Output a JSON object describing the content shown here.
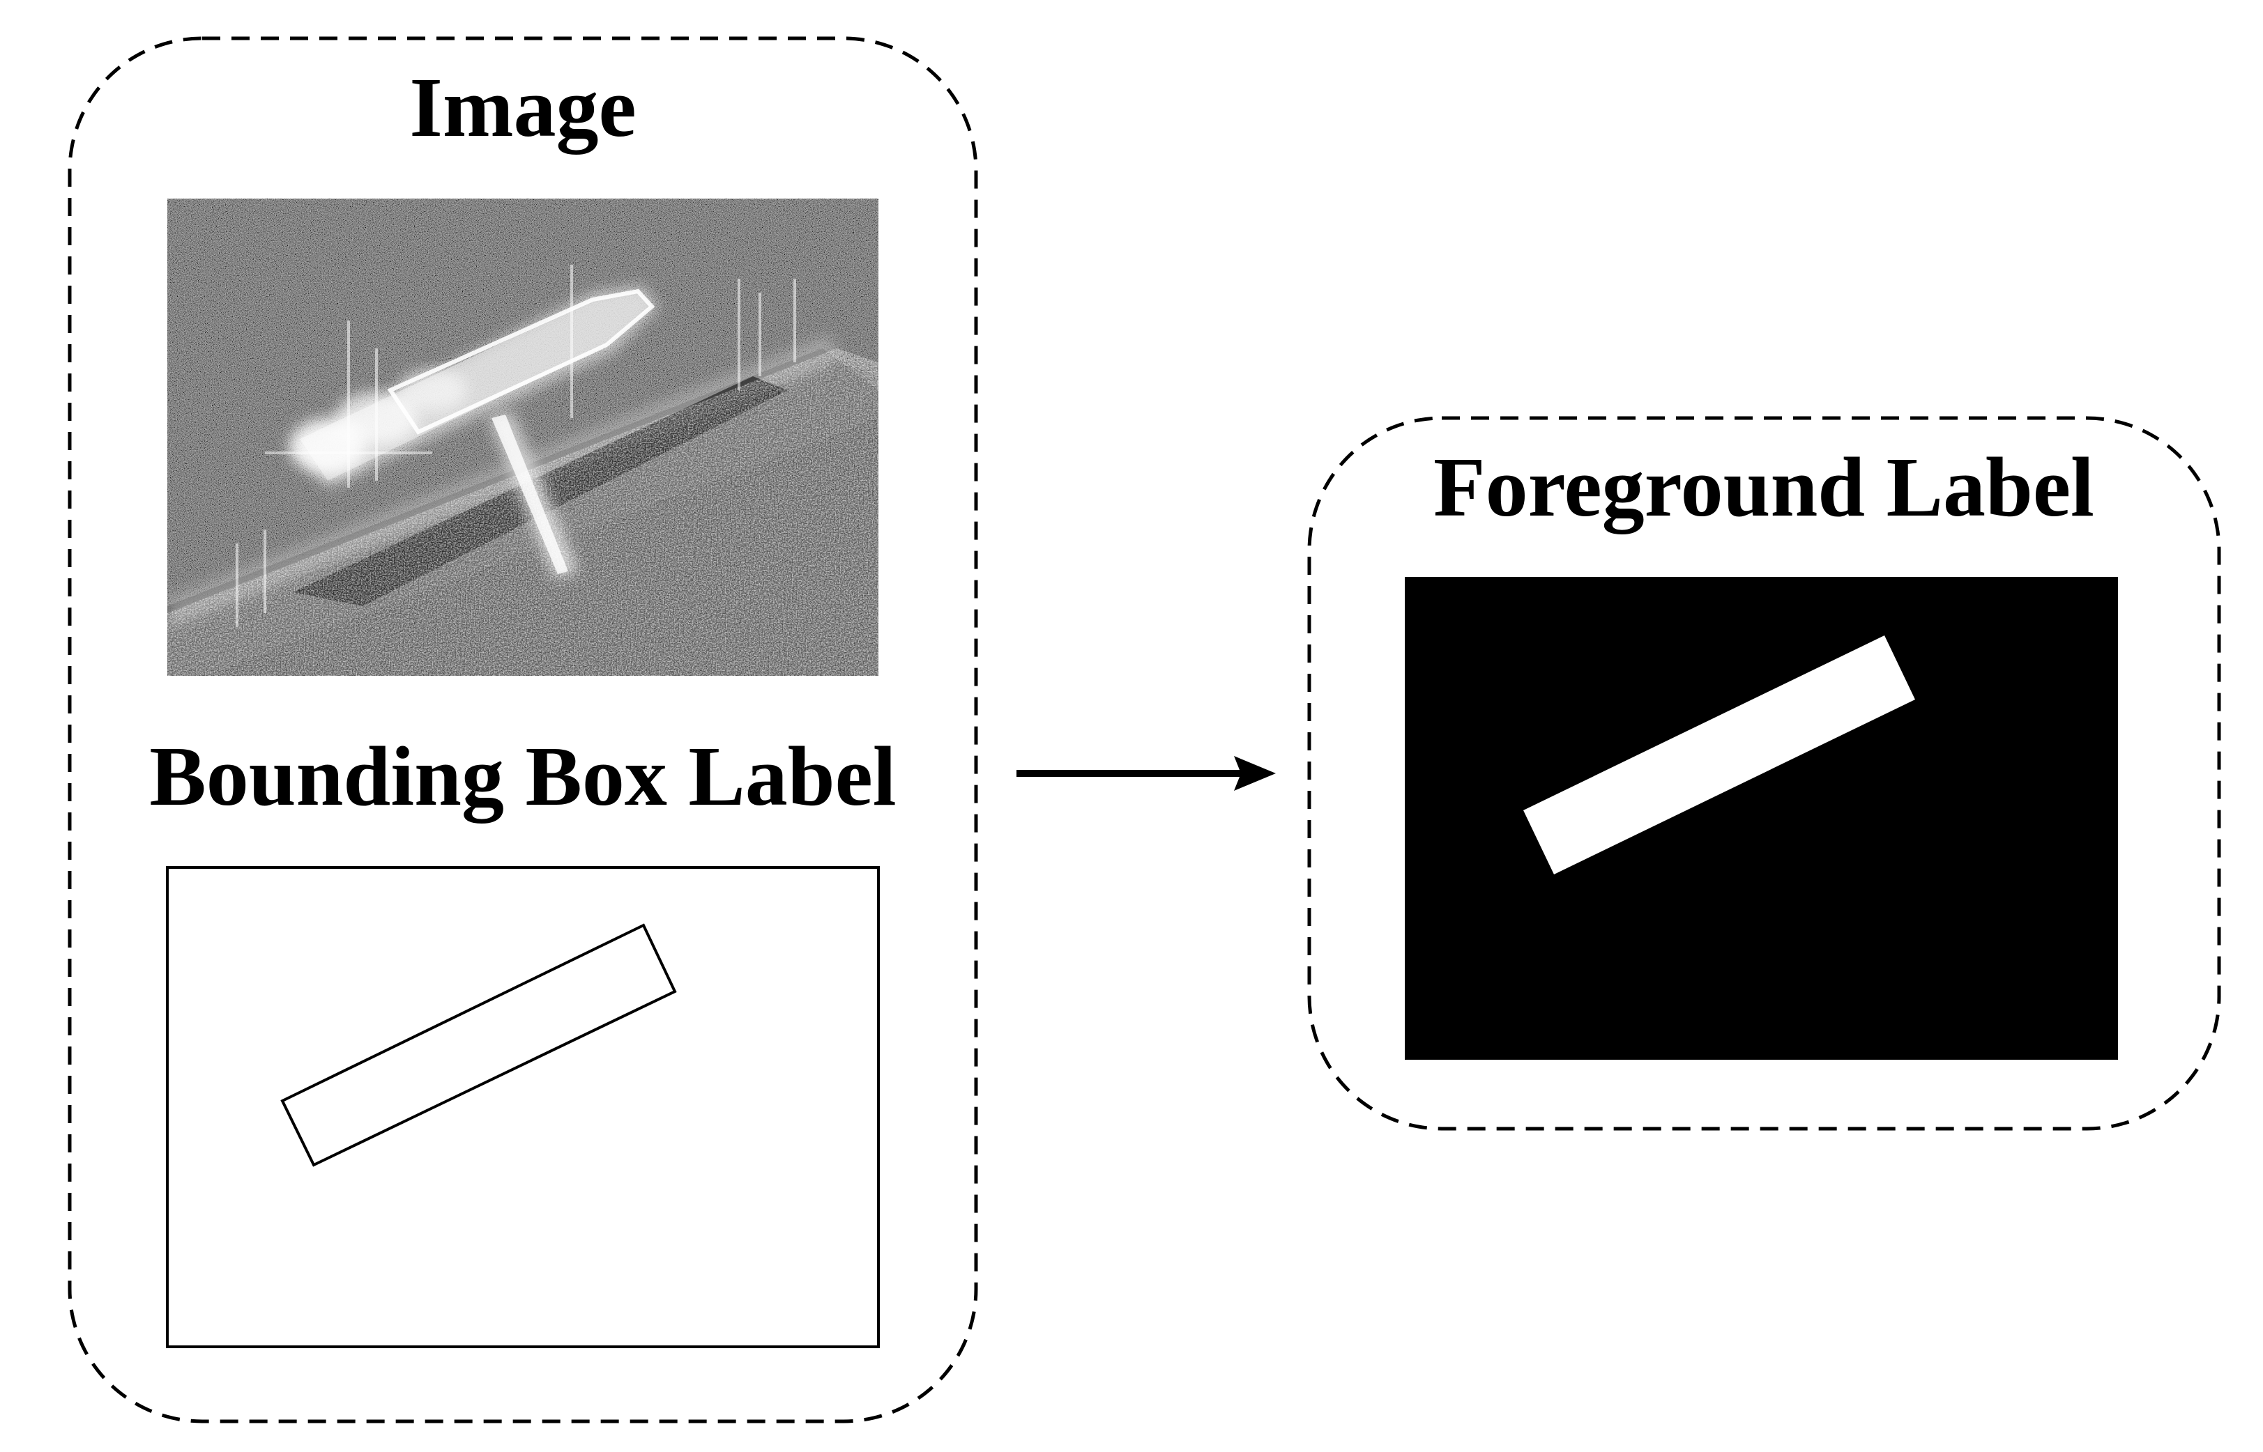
{
  "panels": {
    "input": {
      "image_title": "Image",
      "bbox_title": "Bounding Box Label"
    },
    "output": {
      "title": "Foreground Label"
    }
  },
  "colors": {
    "ink": "#000000",
    "paper": "#ffffff"
  }
}
